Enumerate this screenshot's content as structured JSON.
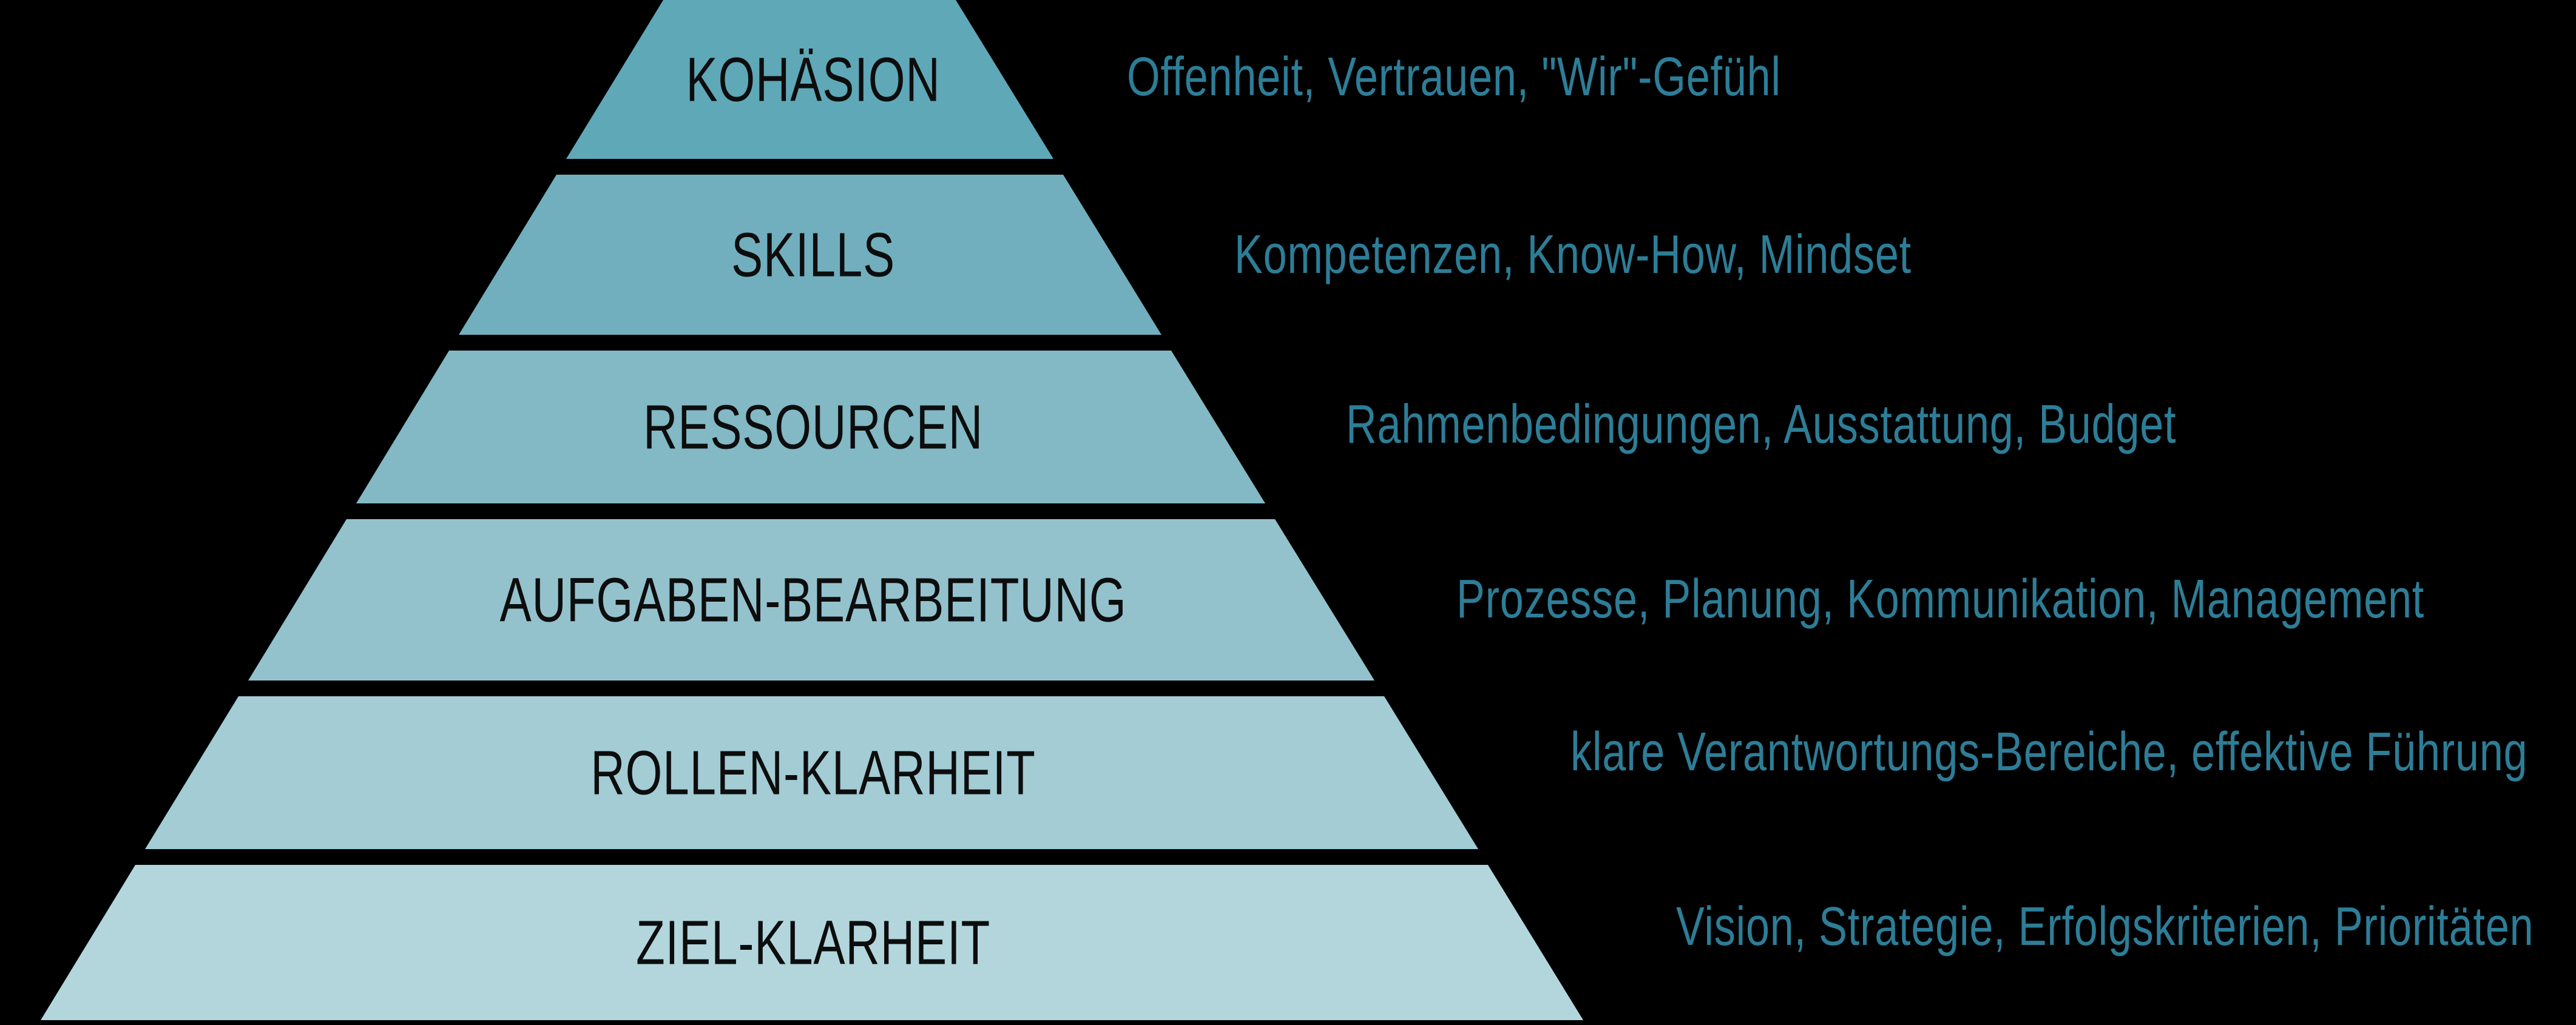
{
  "background_color": "#000000",
  "diagram": {
    "type": "pyramid",
    "orientation": "apex-cropped-at-top",
    "label_color": "#0d0d0d",
    "annotation_color": "#2d7d97",
    "separator_color": "#000000",
    "layers": [
      {
        "label": "KOHÄSION",
        "annotation": "Offenheit, Vertrauen, \"Wir\"-Gefühl",
        "color": "#5fa8b8"
      },
      {
        "label": "SKILLS",
        "annotation": "Kompetenzen, Know-How, Mindset",
        "color": "#72afbe"
      },
      {
        "label": "RESSOURCEN",
        "annotation": "Rahmenbedingungen, Ausstattung, Budget",
        "color": "#83b8c5"
      },
      {
        "label": "AUFGABEN-BEARBEITUNG",
        "annotation": "Prozesse, Planung, Kommunikation, Management",
        "color": "#93c2cd"
      },
      {
        "label": "ROLLEN-KLARHEIT",
        "annotation": "klare Verantwortungs-Bereiche, effektive Führung",
        "color": "#a3ccd5"
      },
      {
        "label": "ZIEL-KLARHEIT",
        "annotation": "Vision, Strategie, Erfolgskriterien, Prioritäten",
        "color": "#b3d6dd"
      }
    ]
  }
}
